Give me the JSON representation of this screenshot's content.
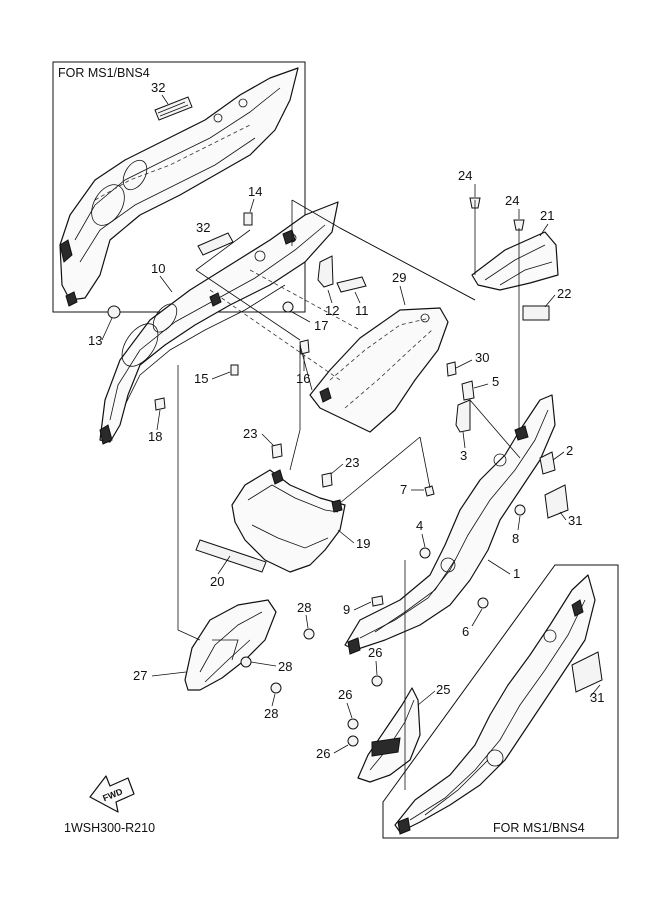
{
  "diagram": {
    "frame_top_title": "FOR MS1/BNS4",
    "frame_bottom_title": "FOR MS1/BNS4",
    "fwd_label": "FWD",
    "drawing_code": "1WSH300-R210",
    "callouts": [
      "1",
      "2",
      "3",
      "4",
      "5",
      "6",
      "7",
      "8",
      "9",
      "10",
      "11",
      "12",
      "13",
      "14",
      "15",
      "16",
      "17",
      "18",
      "19",
      "20",
      "21",
      "22",
      "23",
      "23",
      "24",
      "24",
      "25",
      "26",
      "26",
      "26",
      "27",
      "28",
      "28",
      "28",
      "29",
      "30",
      "31",
      "31",
      "32",
      "32"
    ]
  }
}
